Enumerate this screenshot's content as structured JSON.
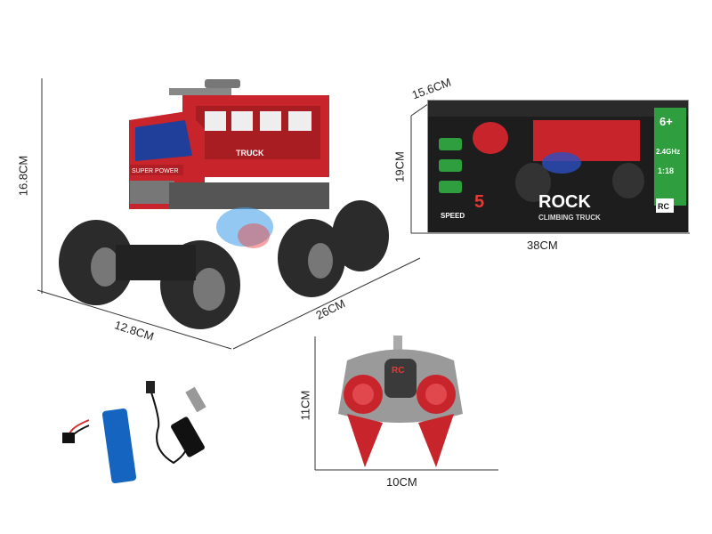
{
  "dimensions": {
    "truck_height": "16.8CM",
    "truck_width": "12.8CM",
    "truck_length": "26CM",
    "box_height": "19CM",
    "box_depth": "15.6CM",
    "box_length": "38CM",
    "remote_height": "11CM",
    "remote_width": "10CM"
  },
  "truck_labels": {
    "cab_badge": "SUPER POWER",
    "side_text": "TRUCK"
  },
  "box_labels": {
    "title_line1": "ROCK",
    "title_line2": "CLIMBING TRUCK",
    "age": "6+",
    "frequency": "2.4GHz",
    "scale": "1:18",
    "rc": "RC",
    "speed": "SPEED",
    "speed_number": "5"
  },
  "remote_labels": {
    "logo": "RC"
  },
  "colors": {
    "truck_red": "#c8242b",
    "tire": "#2b2b2b",
    "rim": "#777777",
    "remote_gray": "#9a9a9a",
    "remote_red": "#c8242b",
    "battery_blue": "#1565c0",
    "box_bg": "#1f1f1f",
    "box_accent": "#2e9e3e"
  }
}
